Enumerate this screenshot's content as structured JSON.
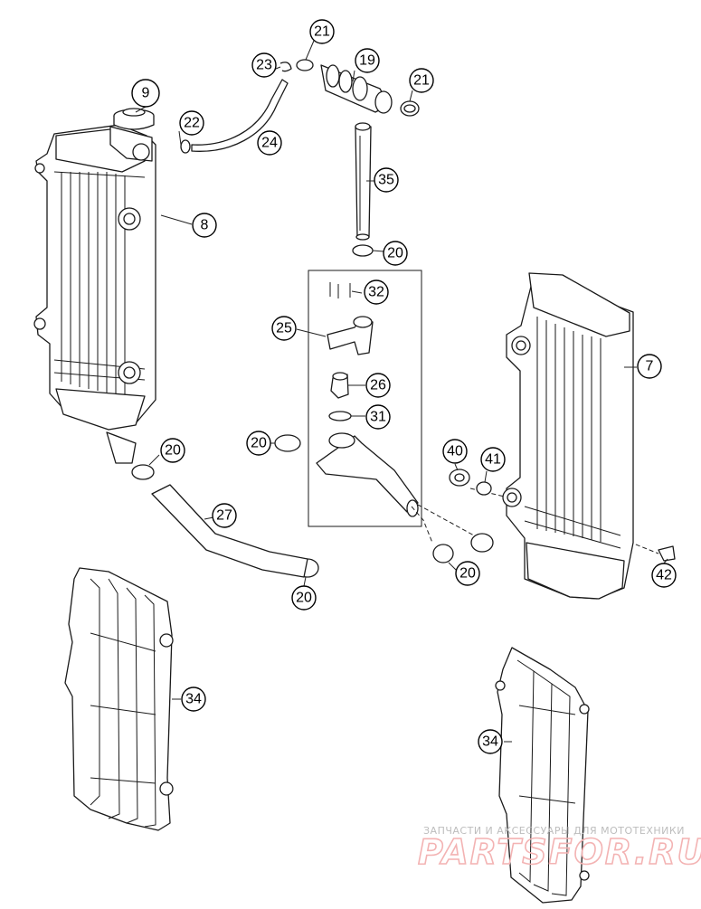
{
  "callouts": [
    "9",
    "22",
    "23",
    "24",
    "21",
    "19",
    "21",
    "8",
    "35",
    "20",
    "32",
    "25",
    "26",
    "31",
    "20",
    "20",
    "27",
    "20",
    "40",
    "41",
    "20",
    "7",
    "42",
    "34",
    "34"
  ],
  "watermark": {
    "tagline": "ЗАПЧАСТИ И АКСЕССУАРЫ ДЛЯ МОТОТЕХНИКИ",
    "logo": "PARTSFOR.RU"
  }
}
